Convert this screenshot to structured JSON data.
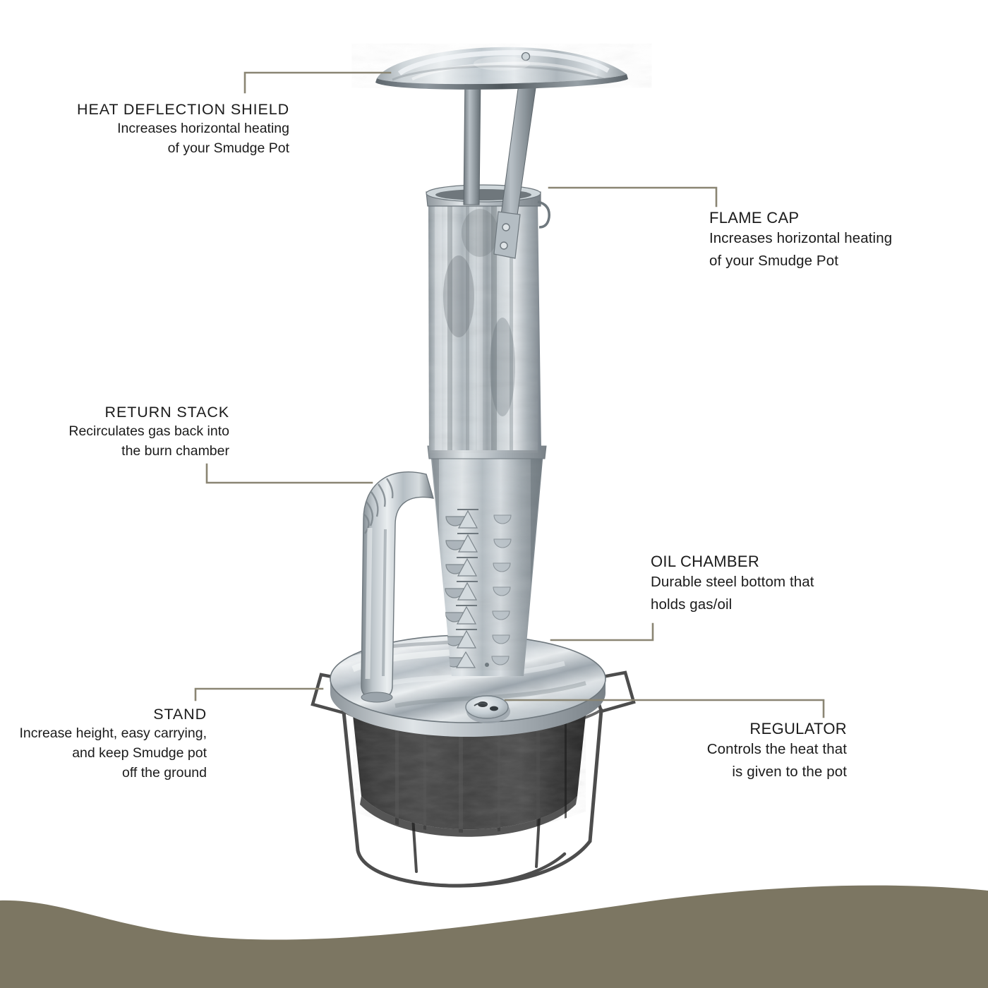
{
  "scene": {
    "title": "Smudge Pot Annotated Product Diagram",
    "background_color": "#ffffff",
    "band_color": "#7c7662",
    "leader_color": "#8a8573",
    "text_color": "#1b1b1b"
  },
  "callouts": [
    {
      "id": "heat-deflection-shield",
      "title": "HEAT DEFLECTION SHIELD",
      "desc_lines": [
        "Increases horizontal heating",
        "of your Smudge Pot"
      ],
      "align": "right"
    },
    {
      "id": "flame-cap",
      "title": "FLAME CAP",
      "desc_lines": [
        "Increases horizontal heating",
        "of your Smudge Pot"
      ],
      "align": "left"
    },
    {
      "id": "return-stack",
      "title": "RETURN STACK",
      "desc_lines": [
        "Recirculates gas back into",
        "the burn chamber"
      ],
      "align": "right"
    },
    {
      "id": "oil-chamber",
      "title": "OIL CHAMBER",
      "desc_lines": [
        "Durable steel bottom that",
        "holds gas/oil"
      ],
      "align": "left"
    },
    {
      "id": "stand",
      "title": "STAND",
      "desc_lines": [
        "Increase height, easy carrying,",
        "and keep Smudge pot",
        "off the ground"
      ],
      "align": "right"
    },
    {
      "id": "regulator",
      "title": "REGULATOR",
      "desc_lines": [
        "Controls the heat that",
        "is given to the pot"
      ],
      "align": "right"
    }
  ],
  "product_parts": {
    "shield": "heat-deflection-shield-dome",
    "straps": "support-strap",
    "chimney": "galvanized-chimney-tube",
    "burn_chamber": "perforated-burn-chamber",
    "return_pipe": "return-stack-pipe",
    "lid": "galvanized-lid-disc",
    "regulator_knob": "regulator-valve",
    "pot": "oil-chamber-pot",
    "stand": "wire-stand"
  },
  "colors": {
    "steel_light": "#e9edf0",
    "steel_mid": "#b9c1c6",
    "steel_dark": "#7e878d",
    "steel_shadow": "#5b6368",
    "pot_dark": "#3c3c3c",
    "pot_darker": "#2b2b2b",
    "wire": "#4a4a4a"
  }
}
